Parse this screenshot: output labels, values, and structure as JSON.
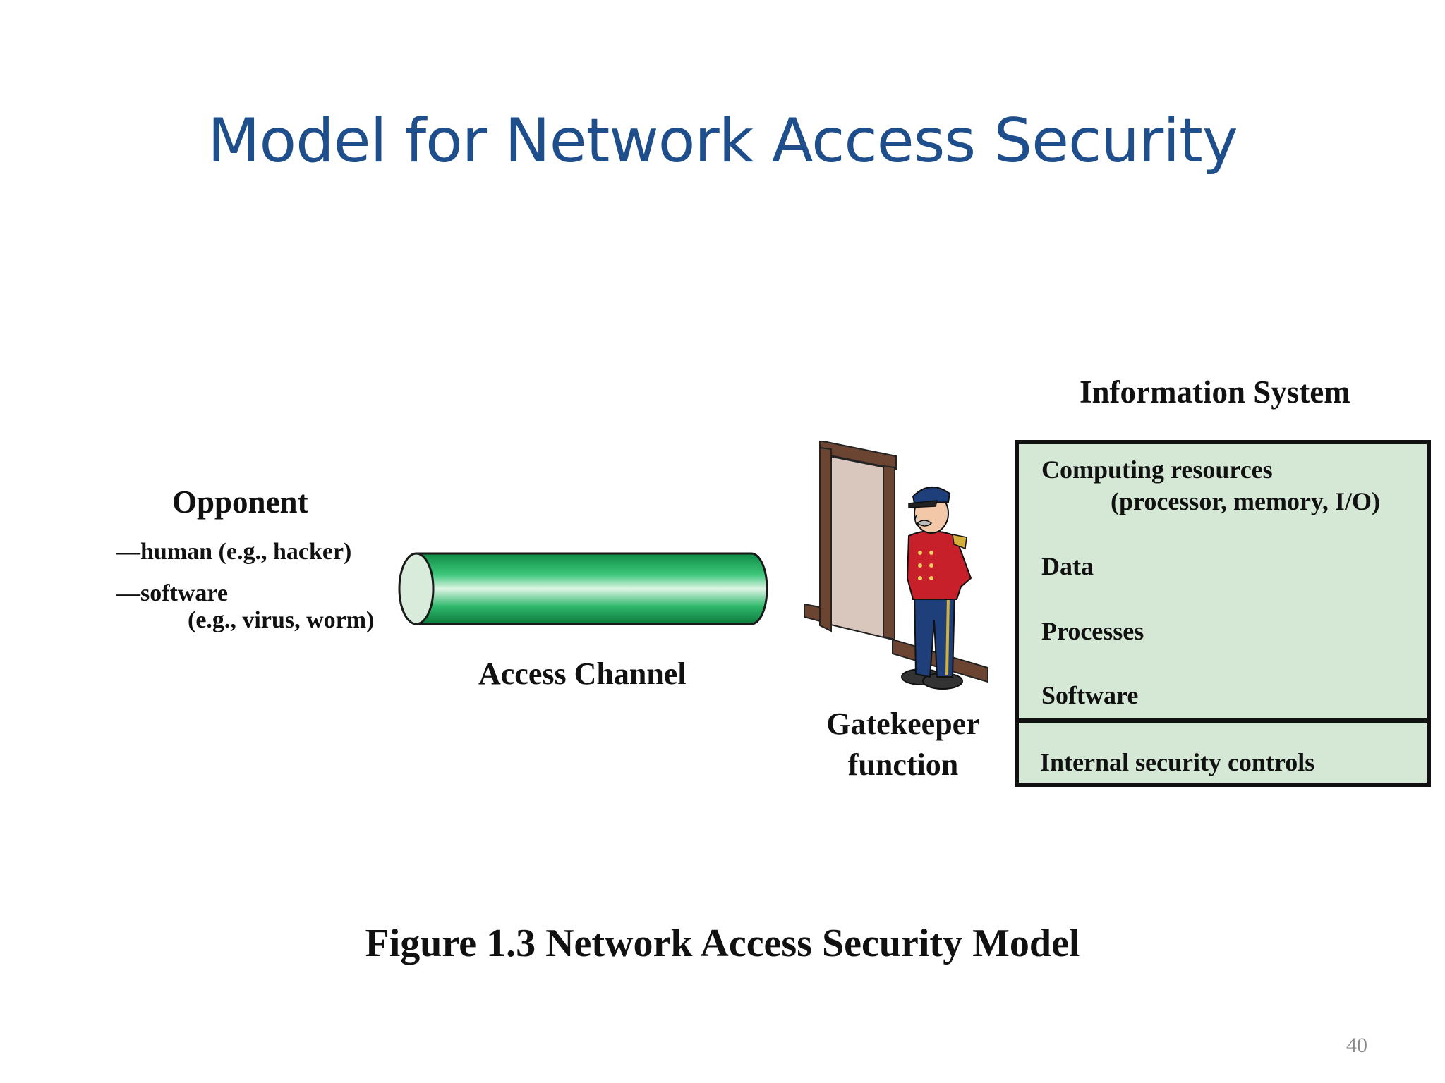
{
  "slide": {
    "title": "Model for Network Access Security",
    "page_number": "40"
  },
  "opponent": {
    "title": "Opponent",
    "lines": [
      "—human (e.g., hacker)",
      "—software",
      "(e.g., virus, worm)"
    ]
  },
  "channel": {
    "label": "Access Channel"
  },
  "gatekeeper": {
    "label_line1": "Gatekeeper",
    "label_line2": "function"
  },
  "info_system": {
    "title": "Information System",
    "items": [
      "Computing resources",
      "(processor, memory, I/O)",
      "Data",
      "Processes",
      "Software"
    ],
    "controls": "Internal security controls"
  },
  "caption": "Figure 1.3 Network Access Security Model",
  "colors": {
    "title": "#1f4e8c",
    "box_fill": "#d4e8d5",
    "pipe_green": "#1aa85a",
    "uniform_red": "#c8202a",
    "uniform_blue": "#1e3f7a"
  }
}
